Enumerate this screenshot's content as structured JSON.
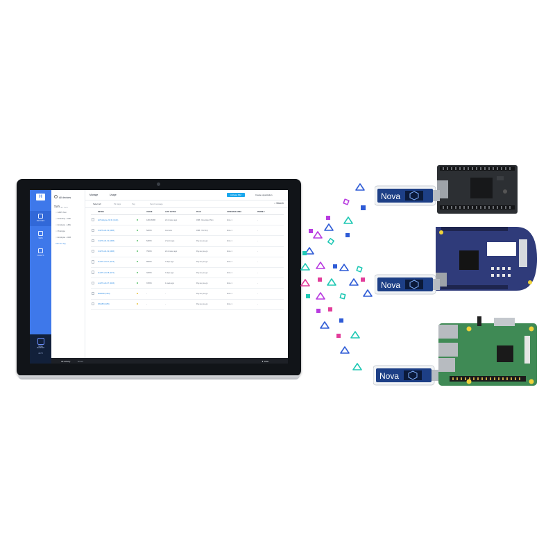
{
  "app": {
    "rail": {
      "nav": [
        "DEVICES",
        "SIMS",
        "FLEETS"
      ],
      "bottom": [
        "NOVA",
        "SUPPORT",
        "v2.7.2"
      ]
    },
    "sidebar": {
      "heading": "All devices",
      "section": "TAGS",
      "subtitle": "SEARCH ALL TAGS",
      "tags": [
        "GPRS Test",
        "Assembly - CHR",
        "Employee - HRE",
        "Prototype",
        "Employee - CHR"
      ],
      "add_tag": "Add new tag"
    },
    "topbar": {
      "manage": "Manage",
      "usage": "Usage",
      "activate_btn": "Activate SIM",
      "create_org": "Create organization"
    },
    "toolbar": {
      "select_all": "Select all",
      "items": [
        "Pin tags",
        "Tag",
        "Send message"
      ],
      "search": "Search"
    },
    "table": {
      "columns": [
        "DEVICE",
        "USAGE",
        "LAST ACTIVE",
        "PLAN",
        "COVERAGE AREA",
        "PHONE #"
      ],
      "rows": [
        [
          "E-Prototype-v18.01 (1124)",
          "",
          "1291083KB",
          "22 minutes ago",
          "1MB - Developer Plan",
          "Zone 1",
          "-"
        ],
        [
          "F-GPS-v01.19 (1083)",
          "",
          "520KB",
          "Just now",
          "1MB - US Only",
          "Zone 1",
          "-"
        ],
        [
          "F-GPS-v01.19 (1083)",
          "",
          "629KB",
          "2 hours ago",
          "Pay-as-you-go",
          "Zone 1",
          "-"
        ],
        [
          "F-GPS-v01.19 (1083)",
          "",
          "754KB",
          "24 minutes ago",
          "Pay-as-you-go",
          "Zone 1",
          "-"
        ],
        [
          "D-GPS-v01.37 (1172)",
          "",
          "850KB",
          "3 days ago",
          "Pay-as-you-go",
          "Zone 1",
          "-"
        ],
        [
          "D-GPS-v01.38 (1171)",
          "",
          "320KB",
          "3 days ago",
          "Pay-as-you-go",
          "Zone 1",
          "-"
        ],
        [
          "A-GPS-v01.37 (4463)",
          "",
          "370KB",
          "1 week ago",
          "Pay-as-you-go",
          "Zone 1",
          "-"
        ],
        [
          "8916500 (1163)",
          "",
          "-",
          "-",
          "Pay-as-you-go",
          "Zone 1",
          "-"
        ],
        [
          "SIM158 (4155)",
          "",
          "-",
          "-",
          "Pay-as-you-go",
          "Zone 1",
          "-"
        ]
      ],
      "status": [
        "green",
        "green",
        "green",
        "green",
        "green",
        "green",
        "green",
        "yellow",
        "yellow"
      ]
    },
    "statusbar": {
      "all_activity": "All activity",
      "errors": "Errors",
      "filter": "Filter"
    }
  },
  "dongle_label": "Nova",
  "colors": {
    "rail_blue": "#3e78ea",
    "confetti": [
      "#2e5bd6",
      "#1ec8b4",
      "#b83be0",
      "#e23c9a"
    ]
  }
}
